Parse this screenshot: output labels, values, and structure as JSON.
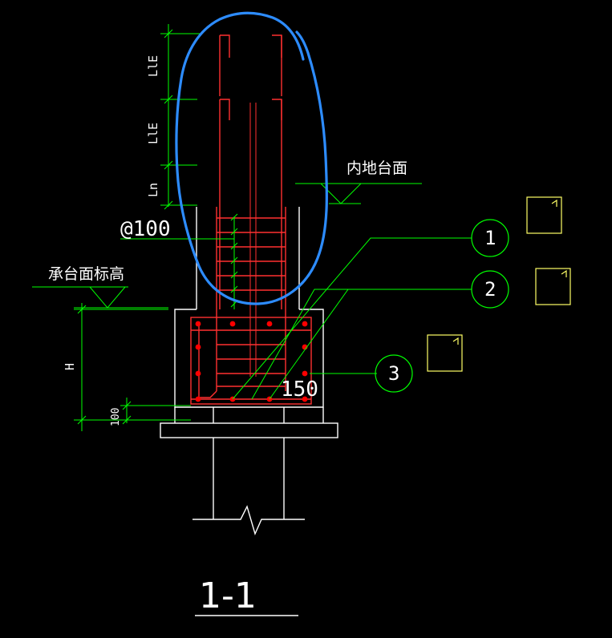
{
  "labels": {
    "inner_ground": "内地台面",
    "cap_elevation": "承台面标高",
    "stirrup_spacing": "@100",
    "dim_h": "H",
    "dim_100": "100",
    "dim_150": "150",
    "dim_lle_top": "LlE",
    "dim_lle_mid": "LlE",
    "dim_ln": "Ln",
    "section_title": "1-1"
  },
  "callouts": [
    {
      "number": "1"
    },
    {
      "number": "2"
    },
    {
      "number": "3"
    }
  ],
  "colors": {
    "background": "#000000",
    "outline": "#ffffff",
    "rebar": "#ff3030",
    "rebar_dot": "#ff0000",
    "dimension": "#00ff00",
    "highlight": "#2d8cff",
    "legend_box": "#ffff66"
  }
}
